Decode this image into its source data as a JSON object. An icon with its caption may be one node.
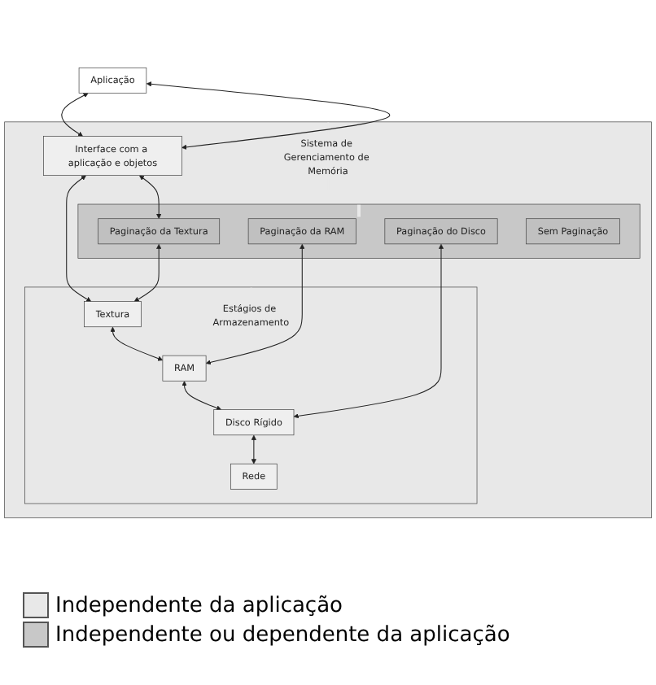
{
  "diagram": {
    "nodes": [
      {
        "text": [
          "Aplicação"
        ]
      },
      {
        "text": [
          "Sistema de Gerenciamento de Memória"
        ]
      },
      {
        "text": [
          "Interface com a aplicação e objetos"
        ],
        "in": 1
      },
      {
        "text": [],
        "shape": "box",
        "in": 1
      },
      {
        "text": [
          "Estágios de Armazenamento"
        ],
        "in": 1
      },
      {
        "text": [
          "Paginação da Textura"
        ],
        "in": 3
      },
      {
        "text": [
          "Paginação da RAM"
        ],
        "in": 3
      },
      {
        "text": [
          "Paginação do Disco"
        ],
        "in": 3
      },
      {
        "text": [
          "Sem Paginação"
        ],
        "in": 3
      },
      {
        "text": [
          "Textura"
        ],
        "in": 4
      },
      {
        "text": [
          "RAM"
        ],
        "in": 4
      },
      {
        "text": [
          "Disco Rígido"
        ],
        "in": 4
      },
      {
        "text": [
          "Rede"
        ],
        "in": 4
      }
    ],
    "edges": [
      {
        "from": 0,
        "to": 2,
        "arrow": "both"
      },
      {
        "from": 0,
        "to": 2,
        "arrow": "both"
      },
      {
        "from": 2,
        "to": 5,
        "arrow": "both"
      },
      {
        "from": 2,
        "to": 9,
        "arrow": "both"
      },
      {
        "from": 5,
        "to": 9,
        "arrow": "both"
      },
      {
        "from": 6,
        "to": 10,
        "arrow": "both"
      },
      {
        "from": 7,
        "to": 11,
        "arrow": "both"
      },
      {
        "from": 9,
        "to": 10,
        "arrow": "both"
      },
      {
        "from": 10,
        "to": 11,
        "arrow": "both"
      },
      {
        "from": 11,
        "to": 12,
        "arrow": "both"
      }
    ],
    "legend": [
      {
        "text": "Independente da aplicação",
        "color": "#e8e8e8"
      },
      {
        "text": "Independente ou dependente da aplicação",
        "color": "#c8c8c8"
      }
    ]
  }
}
